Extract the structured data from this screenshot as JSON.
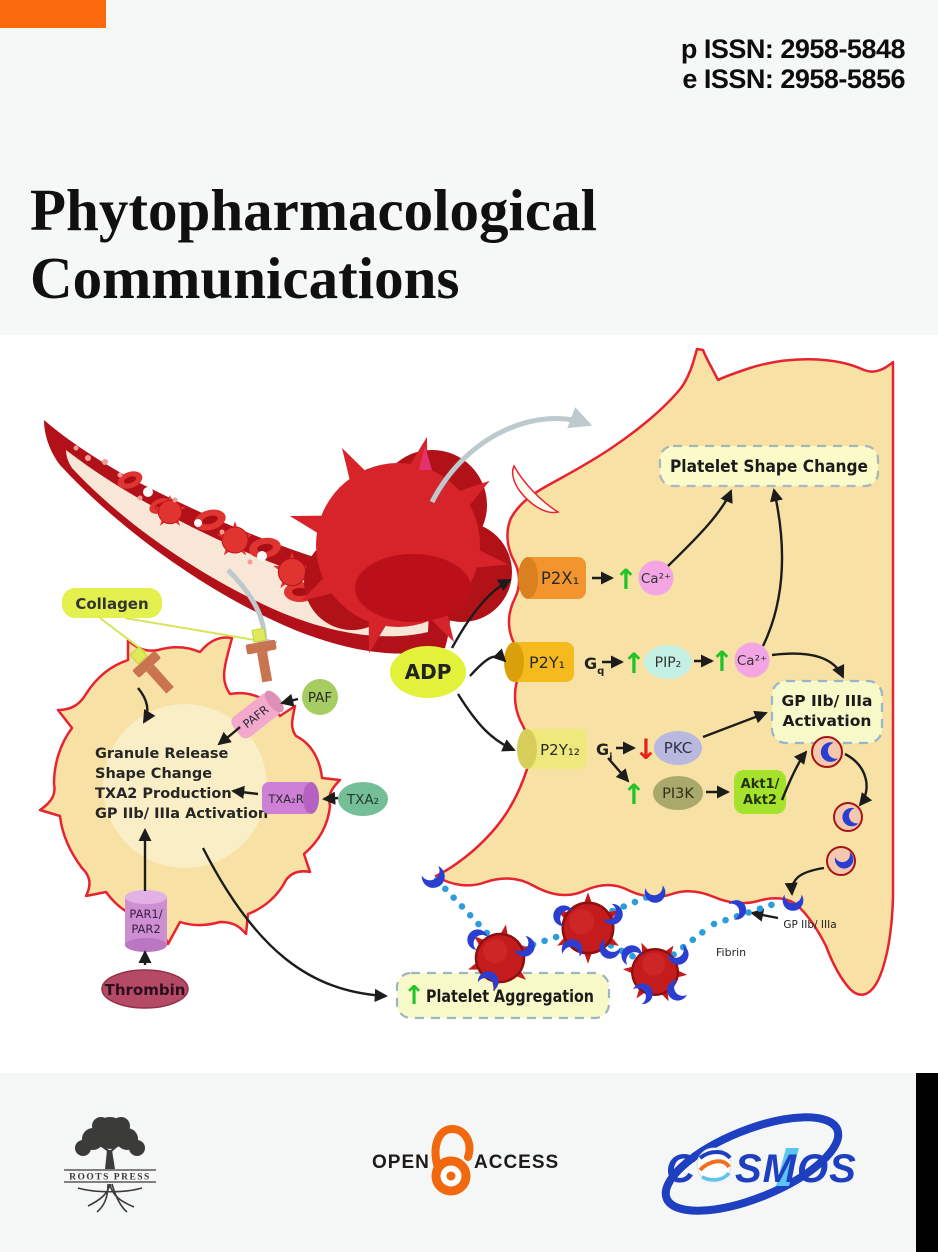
{
  "page": {
    "bg": "#f6f7f7",
    "panel_bg": "#ffffff",
    "accent_orange": "#fb6a0d"
  },
  "header": {
    "issn_print": "p ISSN: 2958-5848",
    "issn_electronic": "e ISSN: 2958-5856",
    "title_line1": "Phytopharmacological",
    "title_line2": "Communications"
  },
  "diagram": {
    "collagen_label": "Collagen",
    "paf_label": "PAF",
    "pafr_label": "PAFR",
    "txa2_label": "TXA₂",
    "txa2r_label": "TXA₂R",
    "adp_label": "ADP",
    "thrombin_label": "Thrombin",
    "par_line1": "PAR1/",
    "par_line2": "PAR2",
    "effects": [
      "Granule Release",
      "Shape Change",
      "TXA2 Production",
      "GP IIb/ IIIa Activation"
    ],
    "p2x1_label": "P2X₁",
    "p2y1_label": "P2Y₁",
    "p2y12_label": "P2Y₁₂",
    "g_base": "G",
    "gq_sub": "q",
    "gi_sub": "i",
    "ca_label": "Ca²⁺",
    "pip2_label": "PIP₂",
    "pkc_label": "PKC",
    "pi3k_label": "PI3K",
    "akt_line1": "Akt1/",
    "akt_line2": "Akt2",
    "shape_change_label": "Platelet Shape Change",
    "gp_line1": "GP IIb/ IIIa",
    "gp_line2": "Activation",
    "aggregation_label": "Platelet Aggregation",
    "gp_membrane_label": "GP IIb/ IIIa",
    "fibrin_label": "Fibrin",
    "up_glyph": "↑",
    "down_glyph": "↓",
    "colors": {
      "membrane": "#e82330",
      "cell_fill": "#f7e1a4",
      "increase_green": "#22c32a",
      "decrease_red": "#e3241d",
      "fibrin_blue": "#2d9cdb",
      "crescent_blue": "#2b3ecf"
    }
  },
  "footer": {
    "roots_press_label": "ROOTS PRESS",
    "open_label": "OPEN",
    "access_label": "ACCESS",
    "cosmos_c": "C",
    "cosmos_sm": "SM",
    "cosmos_os": "OS"
  }
}
